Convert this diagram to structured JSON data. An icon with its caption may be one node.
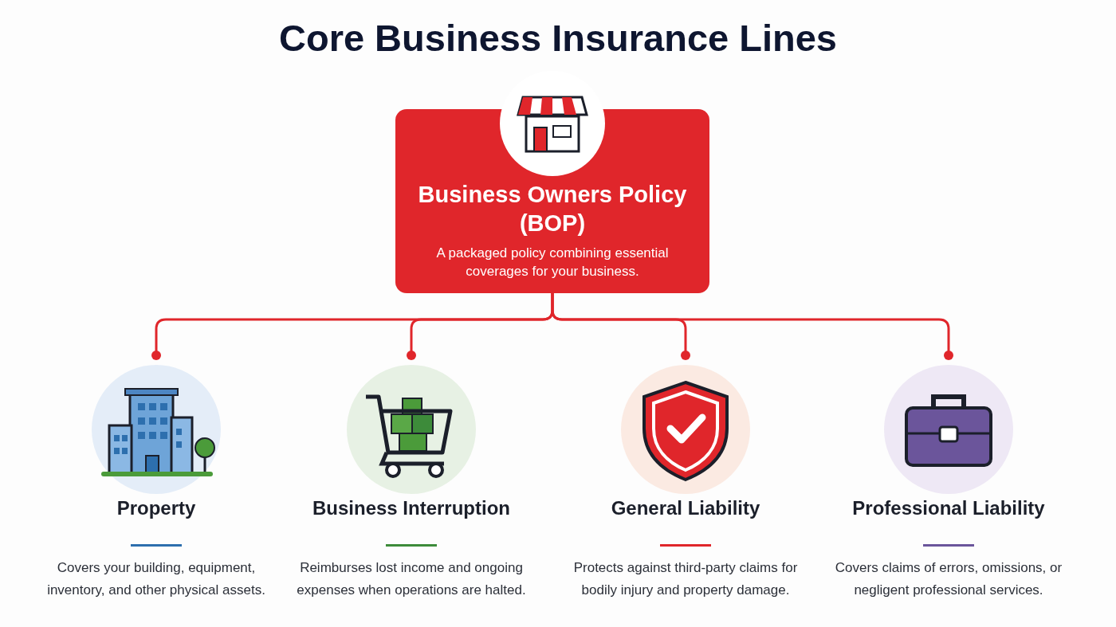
{
  "diagram": {
    "title": "Core Business Insurance Lines",
    "nodes": [
      {
        "text": [
          "Business Owners Policy (BOP)",
          "A packaged policy combining essential coverages for your business."
        ]
      },
      {
        "text": [
          "Property",
          "Covers your building, equipment, inventory, and other physical assets."
        ]
      },
      {
        "text": [
          "Business Interruption",
          "Reimburses lost income and ongoing expenses when operations are halted."
        ]
      },
      {
        "text": [
          "General Liability",
          "Protects against third-party claims for bodily injury and property damage."
        ]
      },
      {
        "text": [
          "Professional Liability",
          "Covers claims of errors, omissions, or negligent professional services."
        ]
      }
    ],
    "edges": [
      {
        "from": 0,
        "to": 1,
        "arrow": "other"
      },
      {
        "from": 0,
        "to": 2,
        "arrow": "other"
      },
      {
        "from": 0,
        "to": 3,
        "arrow": "other"
      },
      {
        "from": 0,
        "to": 4,
        "arrow": "other"
      }
    ]
  }
}
